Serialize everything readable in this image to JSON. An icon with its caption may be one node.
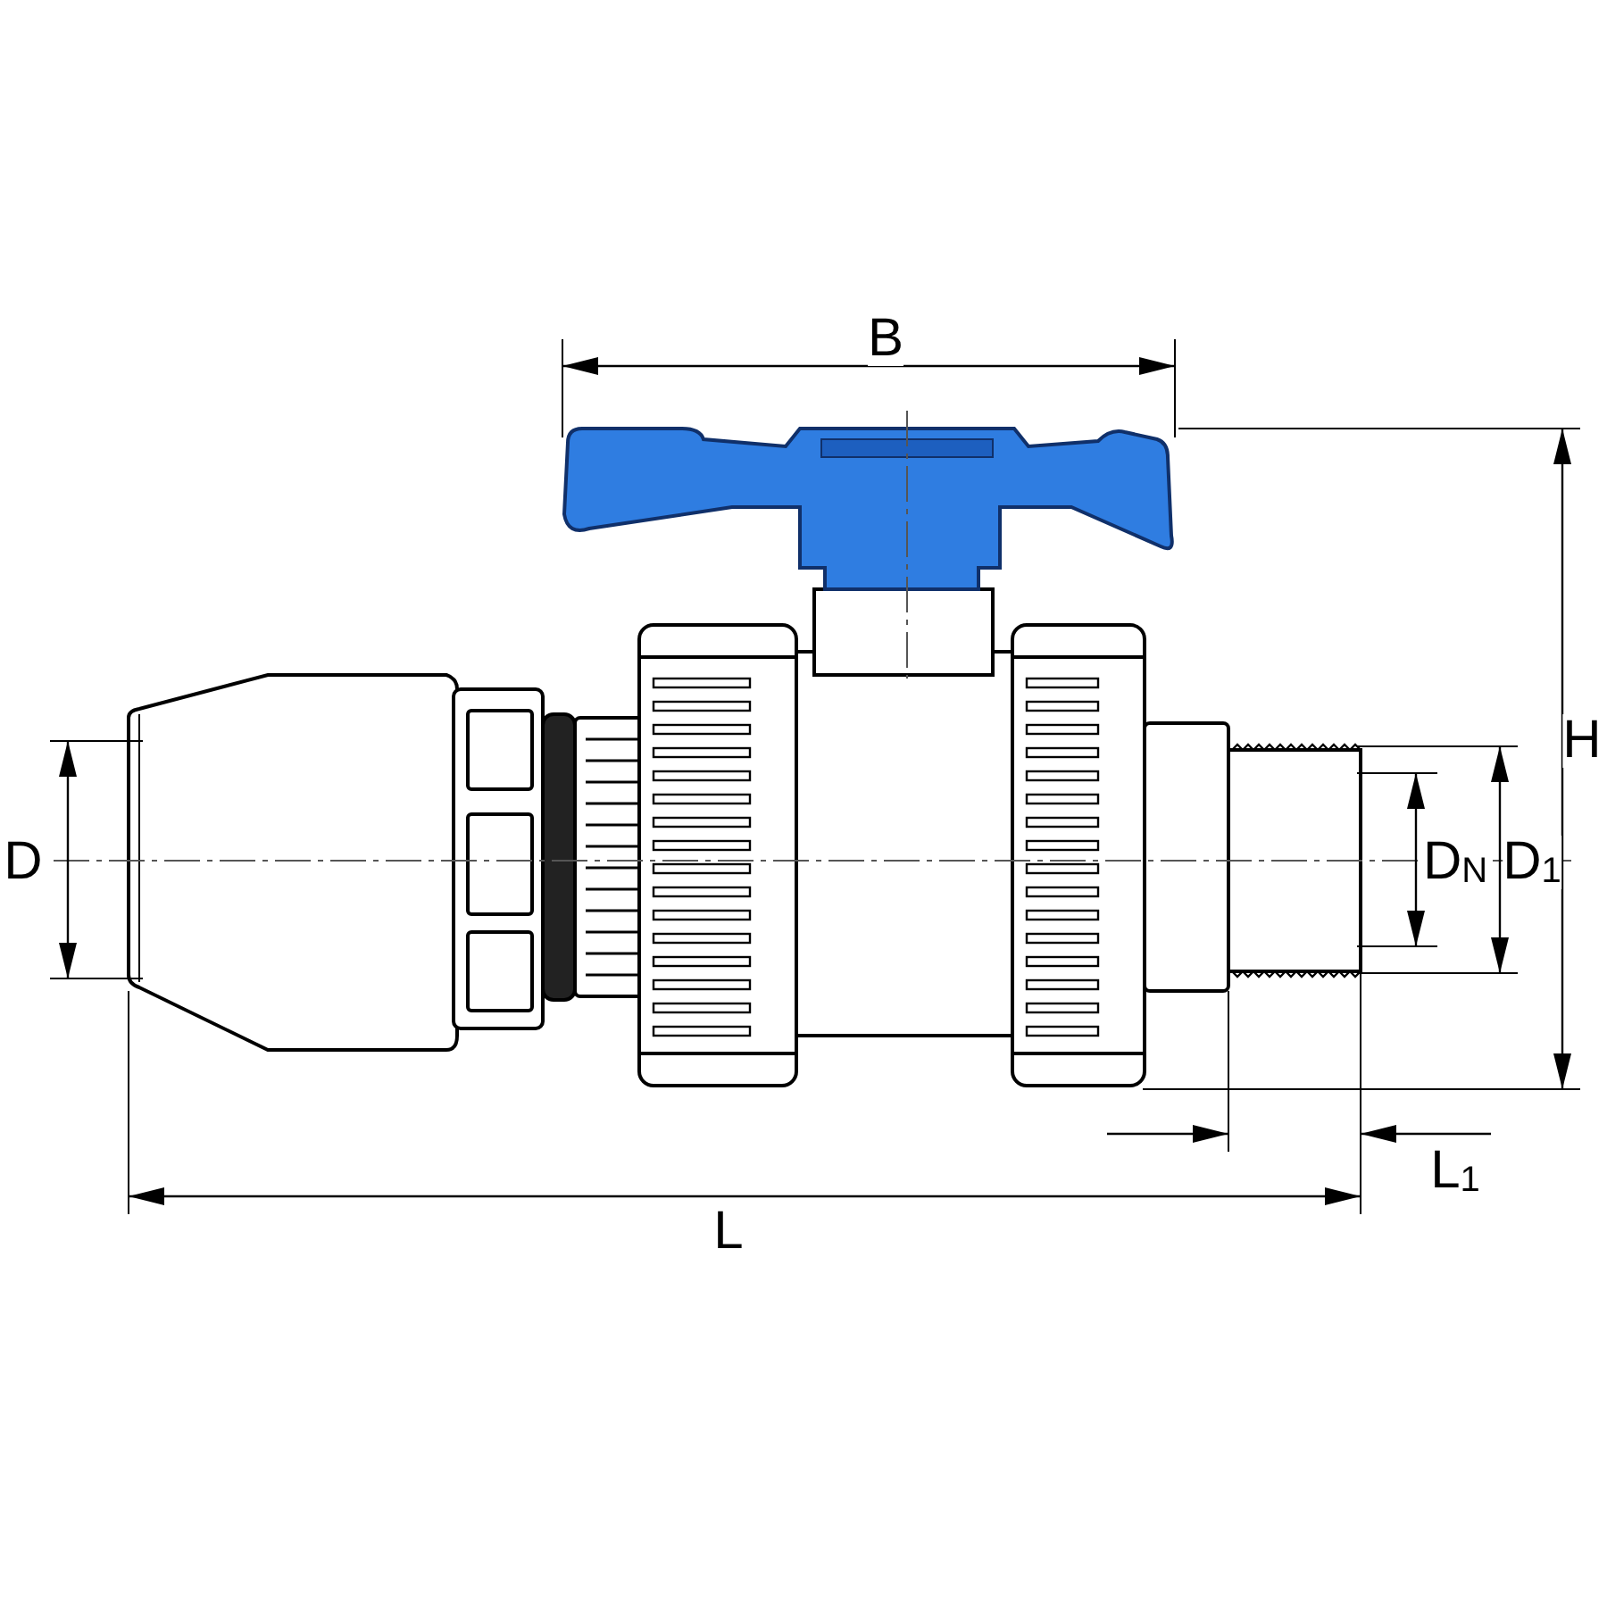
{
  "diagram": {
    "labels": [
      "B",
      "H",
      "D",
      "D$_{N}$",
      "D$_{1}$",
      "L$_{1}$",
      "L"
    ]
  }
}
